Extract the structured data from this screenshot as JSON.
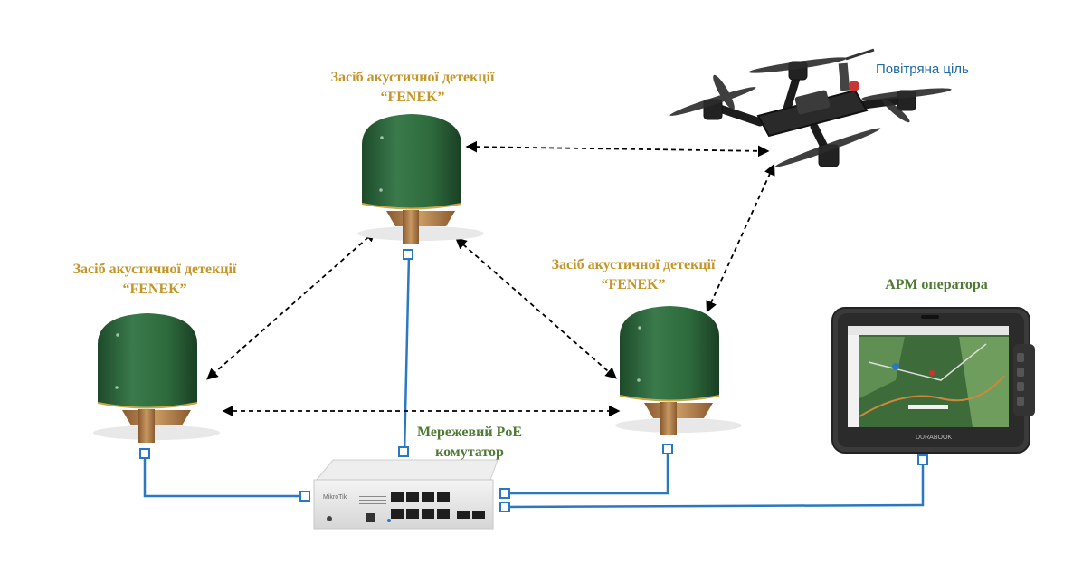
{
  "labels": {
    "sensor_top": {
      "line1": "Засіб акустичної детекції",
      "line2": "“FENEK”"
    },
    "sensor_left": {
      "line1": "Засіб акустичної детекції",
      "line2": "“FENEK”"
    },
    "sensor_right": {
      "line1": "Засіб акустичної детекції",
      "line2": "“FENEK”"
    },
    "target": "Повітряна ціль",
    "operator": "АРМ оператора",
    "switch": {
      "line1": "Мережевий PoE",
      "line2": "комутатор"
    },
    "switch_brand": "MikroTik",
    "tablet_brand": "DURABOOK"
  },
  "colors": {
    "sensor_label": "#c4962a",
    "switch_label": "#4e7a34",
    "target_label": "#1f6aa5",
    "network_line": "#2a78c2",
    "sensor_body": "#2f6b3f",
    "sensor_base": "#b07a4a"
  },
  "icons": [
    "acoustic-sensor-icon",
    "drone-icon",
    "network-switch-icon",
    "rugged-tablet-icon"
  ]
}
